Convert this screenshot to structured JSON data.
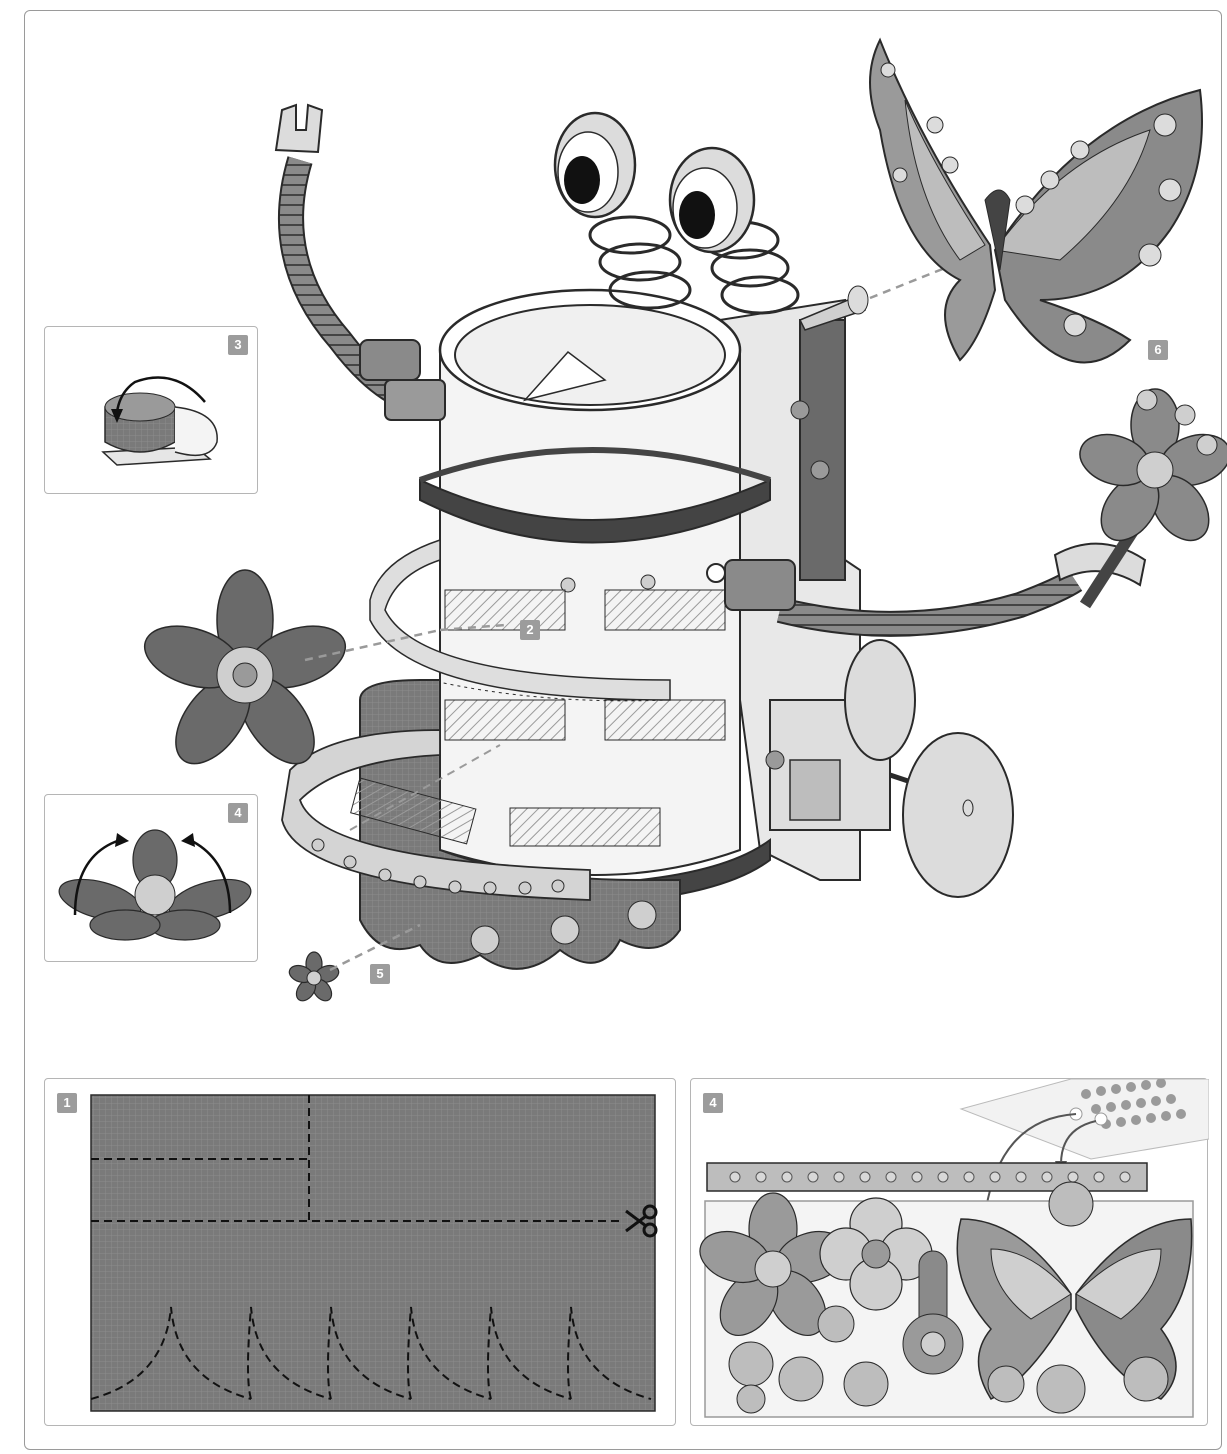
{
  "step_labels": {
    "s1": "1",
    "s2": "2",
    "s3": "3",
    "s4a": "4",
    "s4b": "4",
    "s5": "5",
    "s6": "6"
  },
  "colors": {
    "line": "#2a2a2a",
    "dark_fill": "#6a6a6a",
    "mid_fill": "#9a9a9a",
    "light_fill": "#cfcfcf",
    "badge": "#9c9c9c"
  },
  "icons": [
    "scissors-icon",
    "curved-arrow-icon"
  ]
}
